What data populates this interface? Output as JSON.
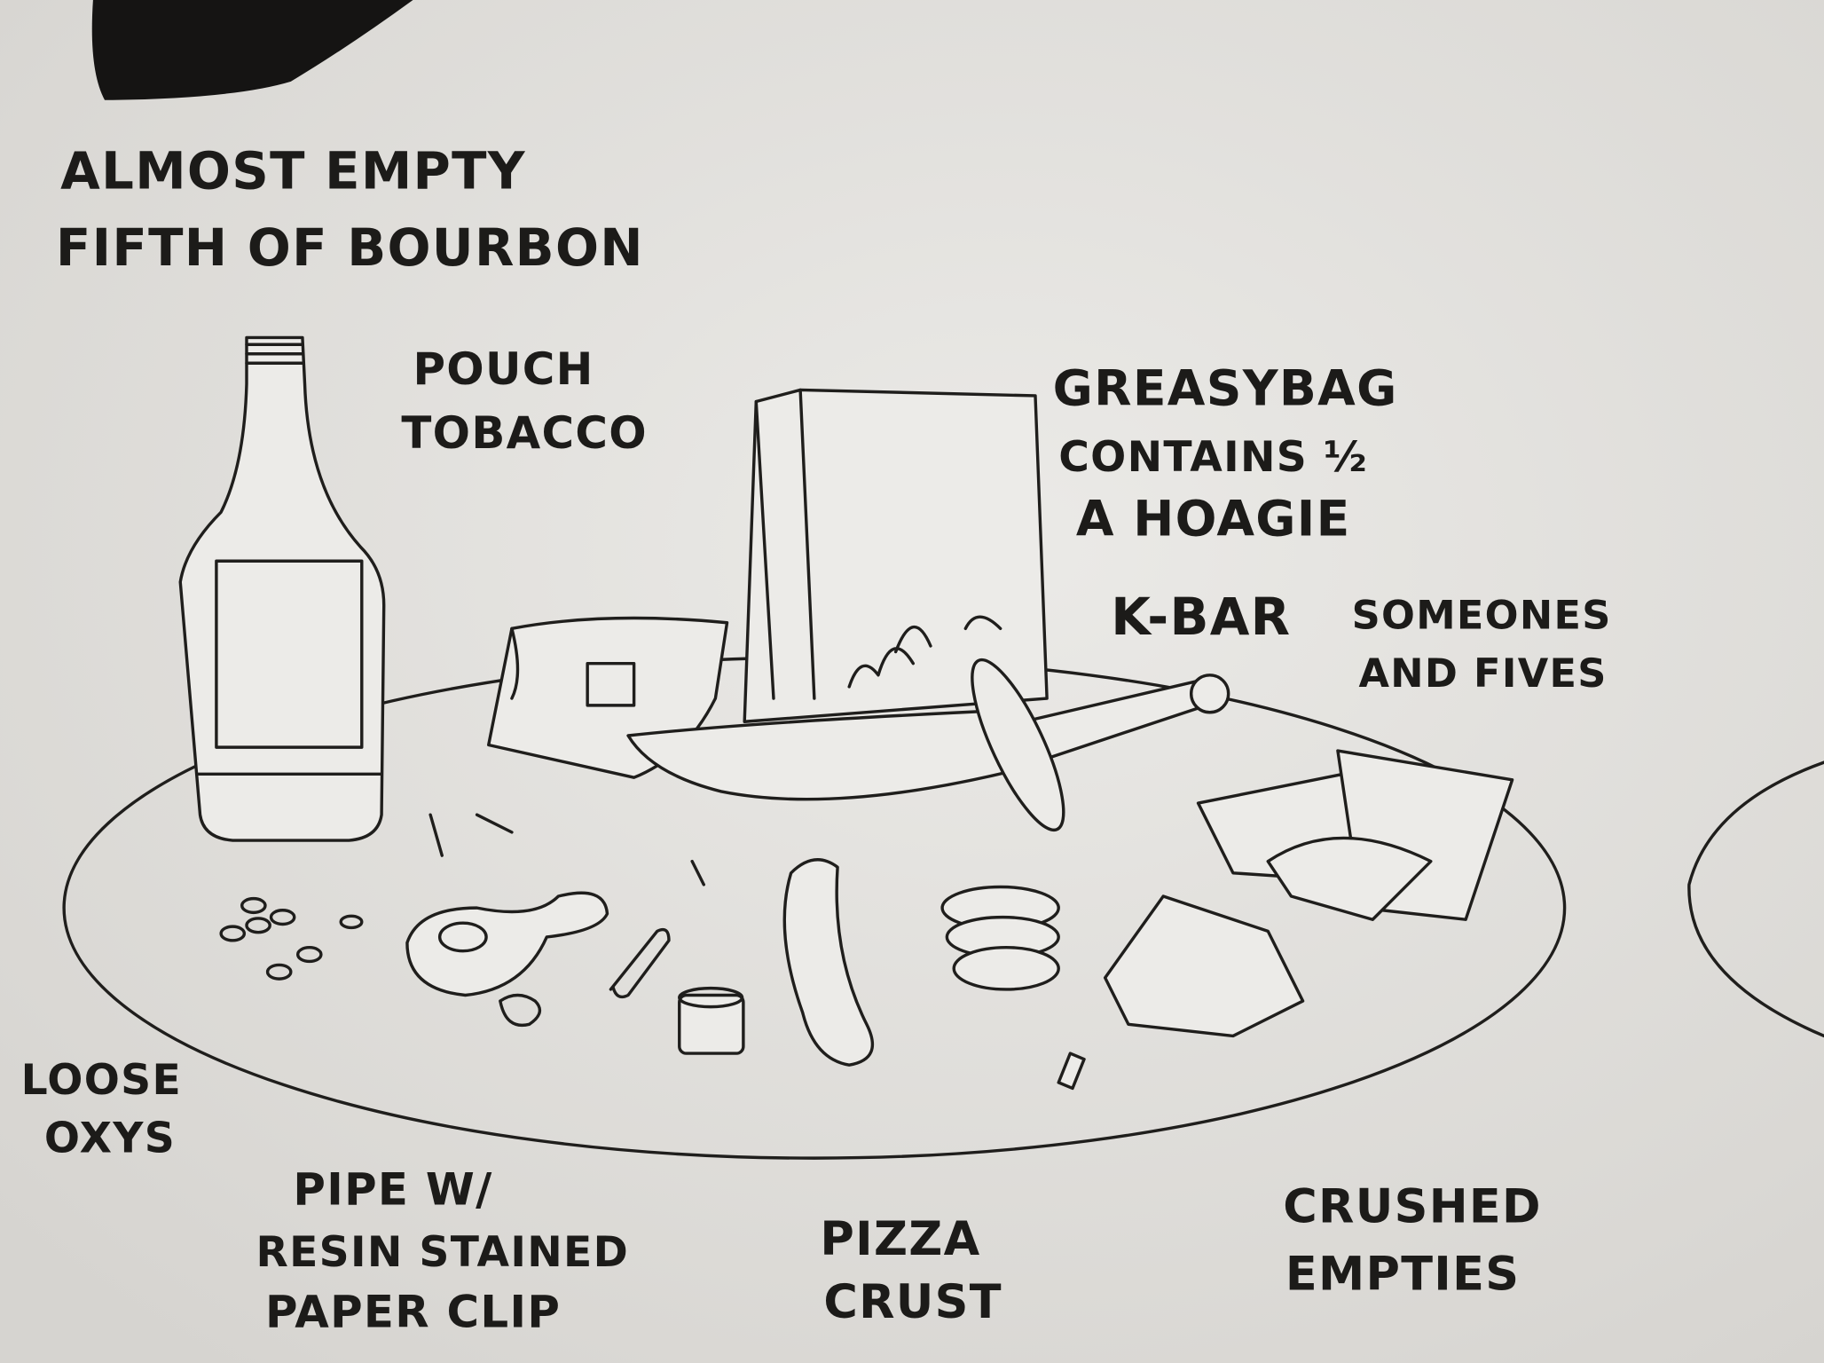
{
  "labels": {
    "bourbon": [
      "ALMOST EMPTY",
      "FIFTH OF BOURBON"
    ],
    "tobacco": [
      "POUCH",
      "TOBACCO"
    ],
    "bag": [
      "GREASYBAG",
      "CONTAINS ½",
      "A HOAGIE"
    ],
    "kbar": [
      "K-BAR"
    ],
    "bills": [
      "SOMEONES",
      "AND FIVES"
    ],
    "oxys": [
      "LOOSE",
      "OXYS"
    ],
    "pipe": [
      "PIPE W/",
      "RESIN STAINED",
      "PAPER CLIP"
    ],
    "crust": [
      "PIZZA",
      "CRUST"
    ],
    "empties": [
      "CRUSHED",
      "EMPTIES"
    ]
  },
  "colors": {
    "paper": "#e6e5e2",
    "ink": "#1f1e1c"
  }
}
